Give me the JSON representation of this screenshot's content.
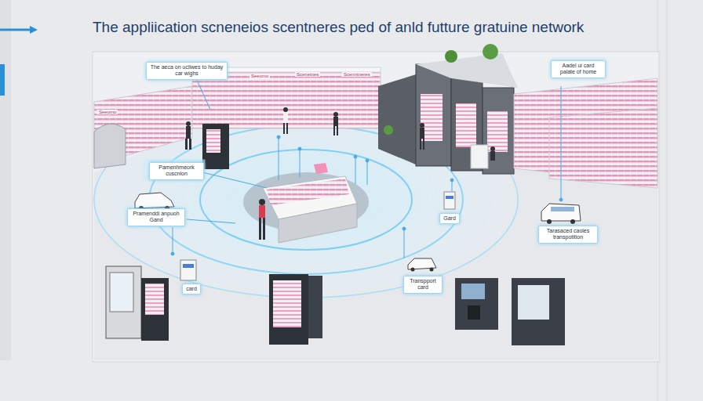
{
  "diagram": {
    "title": "The appliication scneneios scentneres ped of anld futture gratuine network",
    "nodes": [
      {
        "text": [
          "The aeca on ucliwes to huday car wighs"
        ]
      },
      {
        "text": [
          "Pamenhmeork cuscnlon"
        ]
      },
      {
        "text": [
          "Pramenddi anpuoh Gand"
        ]
      },
      {
        "text": [
          "card"
        ]
      },
      {
        "text": [
          "Gard"
        ]
      },
      {
        "text": [
          "Transpport card"
        ]
      },
      {
        "text": [
          "Aadel ui card palate of home"
        ]
      },
      {
        "text": [
          "Tarasaced caoles transpotition"
        ]
      }
    ],
    "labels": [
      "Seeomo",
      "Scenetnes",
      "Scenntneres",
      "Seeomo"
    ]
  }
}
